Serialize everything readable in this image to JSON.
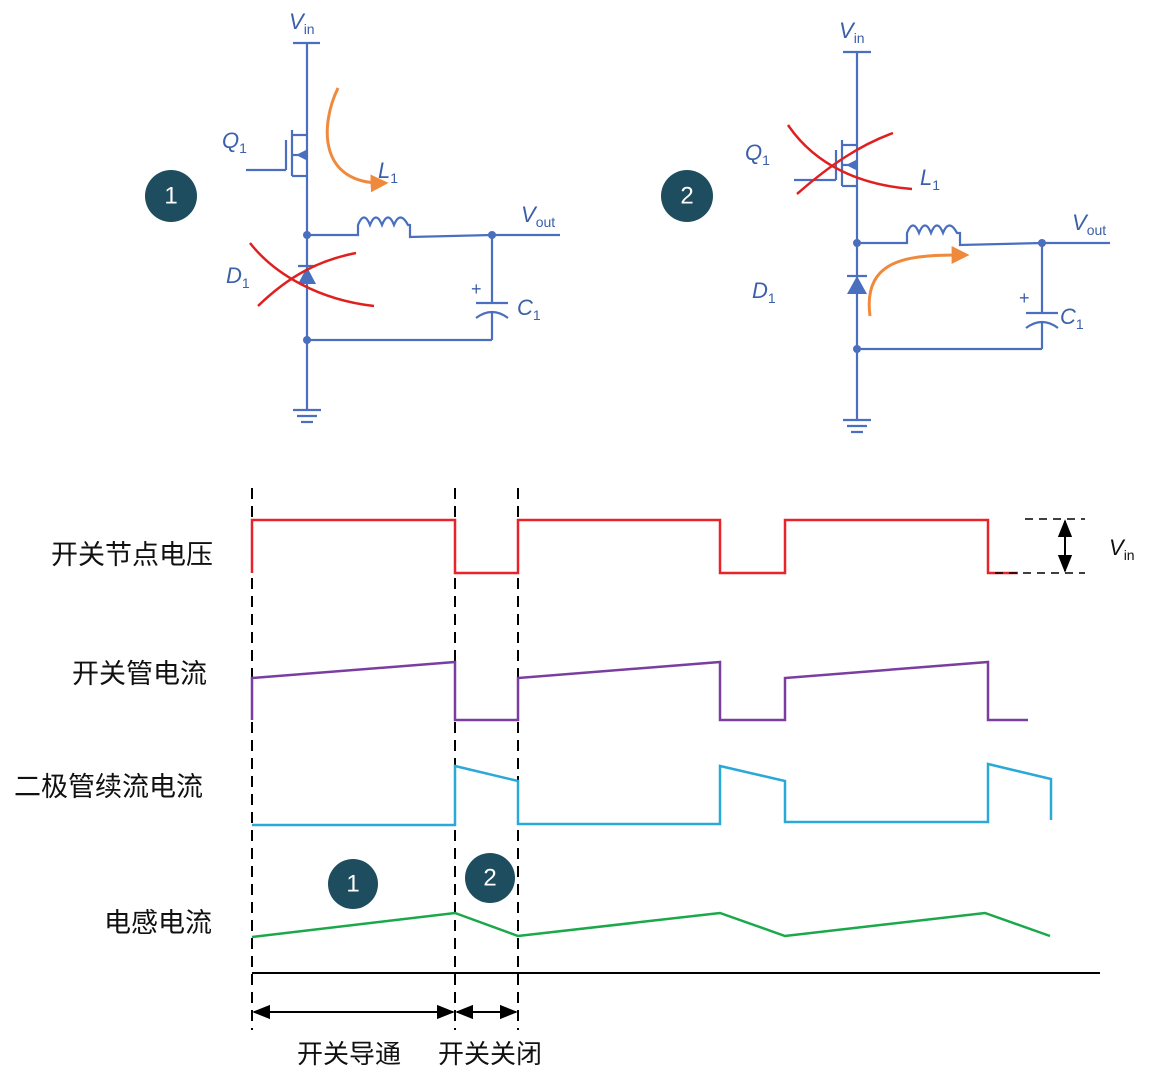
{
  "colors": {
    "switch_voltage": "#e8232a",
    "switch_current": "#7a3ea0",
    "diode_current": "#2aa9d8",
    "inductor_current": "#1aa84a",
    "circuit": "#4a6fbf",
    "arrow": "#ef8a3c",
    "cross": "#e0201f",
    "badge": "#1d4d5e"
  },
  "circuit_left": {
    "badge": "1",
    "vin": {
      "main": "V",
      "sub": "in"
    },
    "vout": {
      "main": "V",
      "sub": "out"
    },
    "q": {
      "main": "Q",
      "sub": "1"
    },
    "l": {
      "main": "L",
      "sub": "1"
    },
    "d": {
      "main": "D",
      "sub": "1"
    },
    "c": {
      "main": "C",
      "sub": "1"
    },
    "plus": "+"
  },
  "circuit_right": {
    "badge": "2",
    "vin": {
      "main": "V",
      "sub": "in"
    },
    "vout": {
      "main": "V",
      "sub": "out"
    },
    "q": {
      "main": "Q",
      "sub": "1"
    },
    "l": {
      "main": "L",
      "sub": "1"
    },
    "d": {
      "main": "D",
      "sub": "1"
    },
    "c": {
      "main": "C",
      "sub": "1"
    },
    "plus": "+"
  },
  "waveforms": {
    "row_labels": [
      "开关节点电压",
      "开关管电流",
      "二极管续流电流",
      "电感电流"
    ],
    "vin_marker": {
      "main": "V",
      "sub": "in"
    },
    "phase_badges": [
      "1",
      "2"
    ],
    "interval_labels": [
      "开关导通",
      "开关关闭"
    ]
  }
}
